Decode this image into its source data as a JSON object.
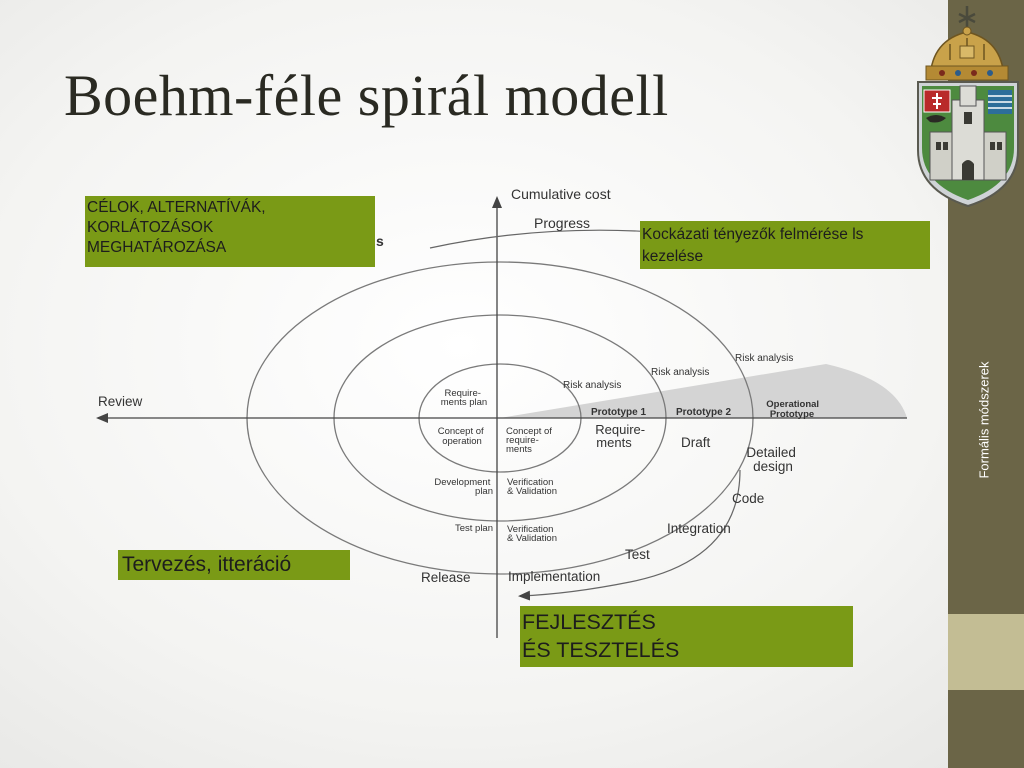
{
  "slide": {
    "title": "Boehm-féle spirál modell",
    "sidebar_text": "Formális módszerek",
    "colors": {
      "sidebar": "#6b6547",
      "sidebar_light": "#c3bd94",
      "box_green": "#7a9a16"
    }
  },
  "boxes": {
    "goals_lines": [
      "CÉLOK, ALTERNATÍVÁK,",
      "KORLÁTOZÁSOK",
      "MEGHATÁROZÁSA"
    ],
    "risk_lines": [
      "Kockázati tényezők felmérése  ls",
      "kezelése"
    ],
    "planning": "Tervezés, itteráció",
    "development_lines": [
      "FEJLESZTÉS",
      "ÉS TESZTELÉS"
    ]
  },
  "diagram": {
    "cumulative_cost": "Cumulative cost",
    "progress": "Progress",
    "review": "Review",
    "partial_s": "s",
    "risk_analysis_1": "Risk analysis",
    "risk_analysis_2": "Risk analysis",
    "risk_analysis_3": "Risk analysis",
    "prototype_1": "Prototype 1",
    "prototype_2": "Prototype 2",
    "operational_prototype_lines": [
      "Operational",
      "Prototype"
    ],
    "requirements_plan_lines": [
      "Require-",
      "ments plan"
    ],
    "concept_of_operation_lines": [
      "Concept of",
      "operation"
    ],
    "concept_of_requirements_lines": [
      "Concept of",
      "require-",
      "ments"
    ],
    "requirements_lines": [
      "Require-",
      "ments"
    ],
    "draft": "Draft",
    "detailed_design_lines": [
      "Detailed",
      "design"
    ],
    "development_plan_lines": [
      "Development",
      "plan"
    ],
    "verification_validation_1_lines": [
      "Verification",
      "& Validation"
    ],
    "code": "Code",
    "test_plan": "Test plan",
    "verification_validation_2_lines": [
      "Verification",
      "& Validation"
    ],
    "integration": "Integration",
    "test": "Test",
    "release": "Release",
    "implementation": "Implementation"
  }
}
